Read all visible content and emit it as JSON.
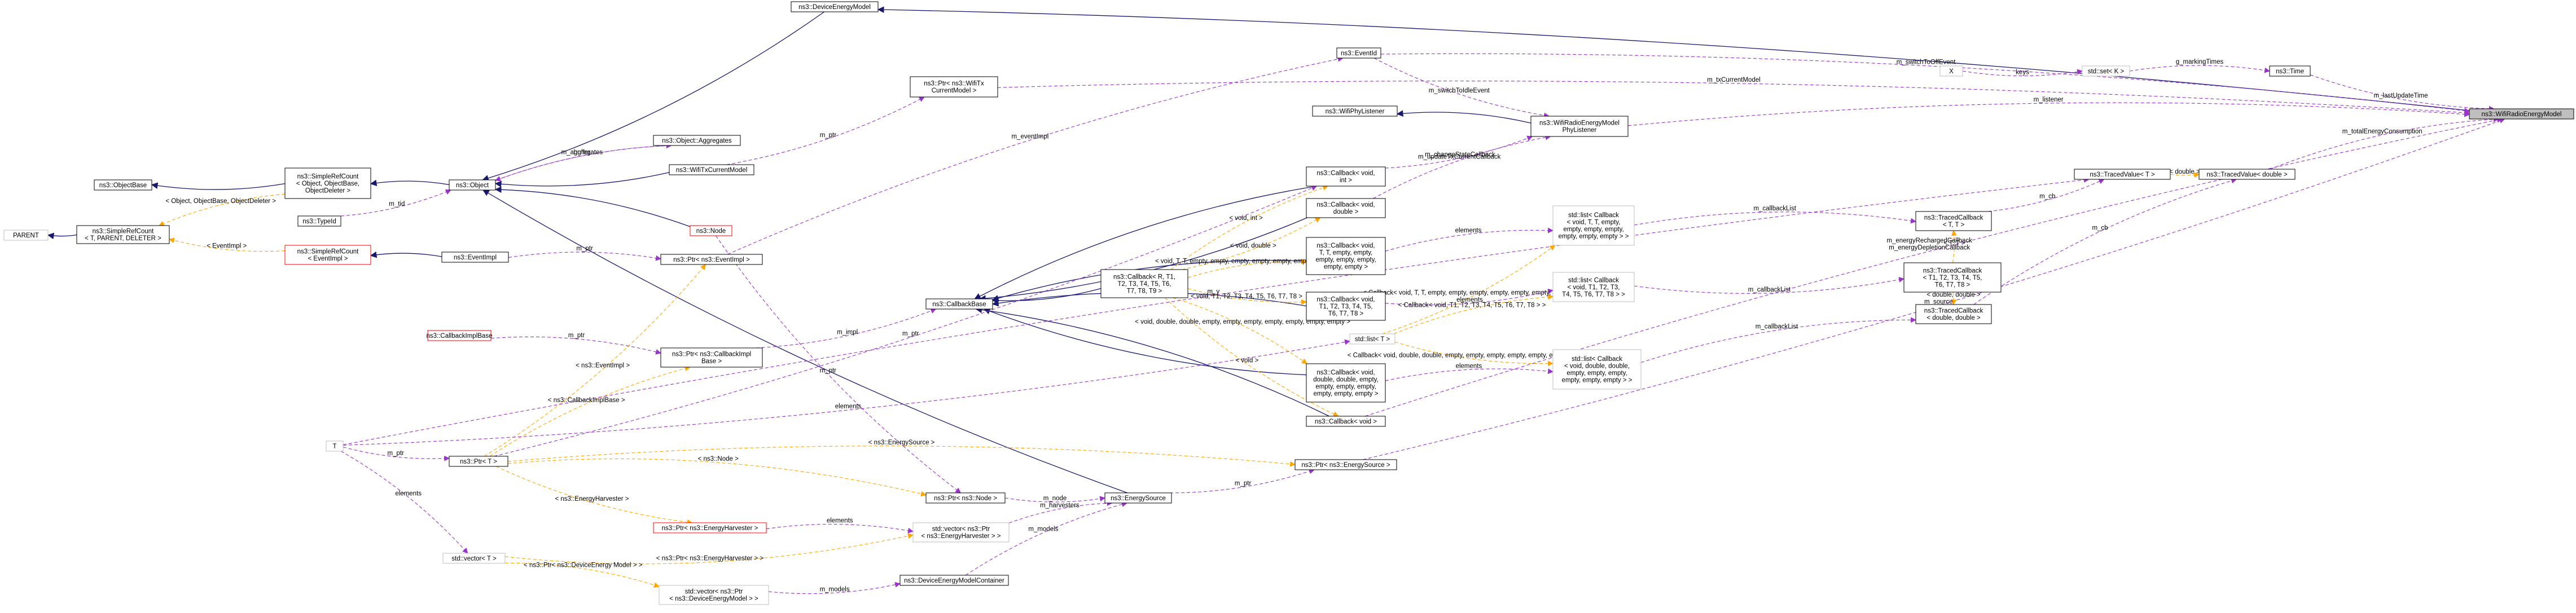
{
  "nodes": [
    {
      "id": "WifiRadioEnergyModel",
      "lines": [
        "ns3::WifiRadioEnergyModel"
      ],
      "style": "hl"
    },
    {
      "id": "DeviceEnergyModel",
      "lines": [
        "ns3::DeviceEnergyModel"
      ],
      "style": "normal"
    },
    {
      "id": "EventId",
      "lines": [
        "ns3::EventId"
      ],
      "style": "normal"
    },
    {
      "id": "X",
      "lines": [
        "X"
      ],
      "style": "grey"
    },
    {
      "id": "SetK",
      "lines": [
        "std::set< K >"
      ],
      "style": "grey"
    },
    {
      "id": "Time",
      "lines": [
        "ns3::Time"
      ],
      "style": "normal"
    },
    {
      "id": "PtrWifiTxCurrentModel",
      "lines": [
        "ns3::Ptr< ns3::WifiTx",
        "CurrentModel >"
      ],
      "style": "normal"
    },
    {
      "id": "WifiPhyListener",
      "lines": [
        "ns3::WifiPhyListener"
      ],
      "style": "normal"
    },
    {
      "id": "PhyListener",
      "lines": [
        "ns3::WifiRadioEnergyModel",
        "PhyListener"
      ],
      "style": "normal"
    },
    {
      "id": "ObjectAggregates",
      "lines": [
        "ns3::Object::Aggregates"
      ],
      "style": "normal"
    },
    {
      "id": "WifiTxCurrentModel",
      "lines": [
        "ns3::WifiTxCurrentModel"
      ],
      "style": "normal"
    },
    {
      "id": "ObjectBase",
      "lines": [
        "ns3::ObjectBase"
      ],
      "style": "normal"
    },
    {
      "id": "SimpleRefCountObject",
      "lines": [
        "ns3::SimpleRefCount",
        "< Object, ObjectBase,",
        "ObjectDeleter >"
      ],
      "style": "normal"
    },
    {
      "id": "Object",
      "lines": [
        "ns3::Object"
      ],
      "style": "normal"
    },
    {
      "id": "TypeId",
      "lines": [
        "ns3::TypeId"
      ],
      "style": "normal"
    },
    {
      "id": "PARENT",
      "lines": [
        "PARENT"
      ],
      "style": "grey"
    },
    {
      "id": "SimpleRefCountT",
      "lines": [
        "ns3::SimpleRefCount",
        "< T, PARENT, DELETER >"
      ],
      "style": "normal"
    },
    {
      "id": "SimpleRefCountEventImpl",
      "lines": [
        "ns3::SimpleRefCount",
        "< EventImpl >"
      ],
      "style": "red"
    },
    {
      "id": "EventImpl",
      "lines": [
        "ns3::EventImpl"
      ],
      "style": "normal"
    },
    {
      "id": "Node",
      "lines": [
        "ns3::Node"
      ],
      "style": "red"
    },
    {
      "id": "PtrEventImpl",
      "lines": [
        "ns3::Ptr< ns3::EventImpl >"
      ],
      "style": "normal"
    },
    {
      "id": "CallbackVoidInt",
      "lines": [
        "ns3::Callback< void,",
        "int >"
      ],
      "style": "normal"
    },
    {
      "id": "CallbackVoidDouble",
      "lines": [
        "ns3::Callback< void,",
        "double >"
      ],
      "style": "normal"
    },
    {
      "id": "CallbackVoidTT",
      "lines": [
        "ns3::Callback< void,",
        "T, T, empty, empty,",
        "empty, empty, empty,",
        "empty, empty >"
      ],
      "style": "normal"
    },
    {
      "id": "CallbackGeneric",
      "lines": [
        "ns3::Callback< R, T1,",
        "T2, T3, T4, T5, T6,",
        "T7, T8, T9 >"
      ],
      "style": "normal"
    },
    {
      "id": "CallbackVoidT1",
      "lines": [
        "ns3::Callback< void,",
        "T1, T2, T3, T4, T5,",
        "T6, T7, T8 >"
      ],
      "style": "normal"
    },
    {
      "id": "CallbackVoidDD",
      "lines": [
        "ns3::Callback< void,",
        "double, double, empty,",
        "empty, empty, empty,",
        "empty, empty, empty >"
      ],
      "style": "normal"
    },
    {
      "id": "CallbackVoid",
      "lines": [
        "ns3::Callback< void >"
      ],
      "style": "normal"
    },
    {
      "id": "CallbackBase",
      "lines": [
        "ns3::CallbackBase"
      ],
      "style": "normal"
    },
    {
      "id": "CallbackImplBase",
      "lines": [
        "ns3::CallbackImplBase"
      ],
      "style": "red"
    },
    {
      "id": "PtrCallbackImplBase",
      "lines": [
        "ns3::Ptr< ns3::CallbackImpl",
        "Base >"
      ],
      "style": "normal"
    },
    {
      "id": "T",
      "lines": [
        "T"
      ],
      "style": "grey"
    },
    {
      "id": "PtrT",
      "lines": [
        "ns3::Ptr< T >"
      ],
      "style": "normal"
    },
    {
      "id": "PtrNode",
      "lines": [
        "ns3::Ptr< ns3::Node >"
      ],
      "style": "normal"
    },
    {
      "id": "EnergySource",
      "lines": [
        "ns3::EnergySource"
      ],
      "style": "normal"
    },
    {
      "id": "PtrEnergyHarvester",
      "lines": [
        "ns3::Ptr< ns3::EnergyHarvester >"
      ],
      "style": "red"
    },
    {
      "id": "VectorPtrHarvester",
      "lines": [
        "std::vector< ns3::Ptr",
        "< ns3::EnergyHarvester > >"
      ],
      "style": "grey"
    },
    {
      "id": "VectorT",
      "lines": [
        "std::vector< T >"
      ],
      "style": "grey"
    },
    {
      "id": "VectorPtrDevModel",
      "lines": [
        "std::vector< ns3::Ptr",
        "< ns3::DeviceEnergyModel > >"
      ],
      "style": "grey"
    },
    {
      "id": "DeviceEnergyModelContainer",
      "lines": [
        "ns3::DeviceEnergyModelContainer"
      ],
      "style": "normal"
    },
    {
      "id": "PtrEnergySource",
      "lines": [
        "ns3::Ptr< ns3::EnergySource >"
      ],
      "style": "normal"
    },
    {
      "id": "ListT",
      "lines": [
        "std::list< T >"
      ],
      "style": "grey"
    },
    {
      "id": "ListCbTT",
      "lines": [
        "std::list< Callback",
        "< void, T, T, empty,",
        "empty, empty, empty,",
        "empty, empty, empty > >"
      ],
      "style": "grey"
    },
    {
      "id": "ListCbT1",
      "lines": [
        "std::list< Callback",
        "< void, T1, T2, T3,",
        "T4, T5, T6, T7, T8 > >"
      ],
      "style": "grey"
    },
    {
      "id": "ListCbDD",
      "lines": [
        "std::list< Callback",
        "< void, double, double,",
        "empty, empty, empty,",
        "empty, empty, empty > >"
      ],
      "style": "grey"
    },
    {
      "id": "TracedCallbackTT",
      "lines": [
        "ns3::TracedCallback",
        "< T, T >"
      ],
      "style": "normal"
    },
    {
      "id": "TracedCallbackT1",
      "lines": [
        "ns3::TracedCallback",
        "< T1, T2, T3, T4, T5,",
        "T6, T7, T8 >"
      ],
      "style": "normal"
    },
    {
      "id": "TracedCallbackDD",
      "lines": [
        "ns3::TracedCallback",
        "< double, double >"
      ],
      "style": "normal"
    },
    {
      "id": "TracedValueT",
      "lines": [
        "ns3::TracedValue< T >"
      ],
      "style": "normal"
    },
    {
      "id": "TracedValueDouble",
      "lines": [
        "ns3::TracedValue< double >"
      ],
      "style": "normal"
    }
  ],
  "edges": [
    {
      "from": "WifiRadioEnergyModel",
      "to": "DeviceEnergyModel",
      "kind": "inherit",
      "label": ""
    },
    {
      "from": "DeviceEnergyModel",
      "to": "Object",
      "kind": "inherit",
      "label": ""
    },
    {
      "from": "Object",
      "to": "SimpleRefCountObject",
      "kind": "inherit",
      "label": ""
    },
    {
      "from": "SimpleRefCountObject",
      "to": "ObjectBase",
      "kind": "inherit",
      "label": ""
    },
    {
      "from": "PhyListener",
      "to": "WifiPhyListener",
      "kind": "inherit",
      "label": ""
    },
    {
      "from": "WifiTxCurrentModel",
      "to": "Object",
      "kind": "inherit",
      "label": ""
    },
    {
      "from": "Node",
      "to": "Object",
      "kind": "inherit",
      "label": ""
    },
    {
      "from": "EnergySource",
      "to": "Object",
      "kind": "inherit",
      "label": ""
    },
    {
      "from": "EventImpl",
      "to": "SimpleRefCountEventImpl",
      "kind": "inherit",
      "label": ""
    },
    {
      "from": "SimpleRefCountEventImpl",
      "to": "SimpleRefCountT",
      "kind": "template",
      "label": "< EventImpl >"
    },
    {
      "from": "SimpleRefCountObject",
      "to": "SimpleRefCountT",
      "kind": "template",
      "label": "< Object, ObjectBase, ObjectDeleter >"
    },
    {
      "from": "SimpleRefCountT",
      "to": "PARENT",
      "kind": "inherit",
      "label": ""
    },
    {
      "from": "CallbackVoidInt",
      "to": "CallbackBase",
      "kind": "inherit",
      "label": ""
    },
    {
      "from": "CallbackVoidDouble",
      "to": "CallbackBase",
      "kind": "inherit",
      "label": ""
    },
    {
      "from": "CallbackVoidTT",
      "to": "CallbackBase",
      "kind": "inherit",
      "label": ""
    },
    {
      "from": "CallbackGeneric",
      "to": "CallbackBase",
      "kind": "inherit",
      "label": ""
    },
    {
      "from": "CallbackVoidT1",
      "to": "CallbackBase",
      "kind": "inherit",
      "label": ""
    },
    {
      "from": "CallbackVoidDD",
      "to": "CallbackBase",
      "kind": "inherit",
      "label": ""
    },
    {
      "from": "CallbackVoid",
      "to": "CallbackBase",
      "kind": "inherit",
      "label": ""
    },
    {
      "from": "EventId",
      "to": "WifiRadioEnergyModel",
      "kind": "use",
      "label": "m_switchToOffEvent"
    },
    {
      "from": "EventId",
      "to": "PhyListener",
      "kind": "use",
      "label": "m_switchToIdleEvent"
    },
    {
      "from": "PtrEventImpl",
      "to": "EventId",
      "kind": "use",
      "label": "m_eventImpl"
    },
    {
      "from": "Time",
      "to": "WifiRadioEnergyModel",
      "kind": "use",
      "label": "m_lastUpdateTime"
    },
    {
      "from": "SetK",
      "to": "Time",
      "kind": "use",
      "label": "g_markingTimes"
    },
    {
      "from": "X",
      "to": "SetK",
      "kind": "use",
      "label": "keys"
    },
    {
      "from": "PtrWifiTxCurrentModel",
      "to": "WifiRadioEnergyModel",
      "kind": "use",
      "label": "m_txCurrentModel"
    },
    {
      "from": "WifiTxCurrentModel",
      "to": "PtrWifiTxCurrentModel",
      "kind": "use",
      "label": "m_ptr"
    },
    {
      "from": "PhyListener",
      "to": "WifiRadioEnergyModel",
      "kind": "use",
      "label": "m_listener"
    },
    {
      "from": "CallbackVoidInt",
      "to": "PhyListener",
      "kind": "use",
      "label": "m_changeStateCallback"
    },
    {
      "from": "CallbackVoidDouble",
      "to": "PhyListener",
      "kind": "use",
      "label": "m_updateTxCurrentCallback"
    },
    {
      "from": "ObjectAggregates",
      "to": "Object",
      "kind": "use",
      "label": "m_aggregates"
    },
    {
      "from": "Object",
      "to": "ObjectAggregates",
      "kind": "use",
      "label": "buffer"
    },
    {
      "from": "TypeId",
      "to": "Object",
      "kind": "use",
      "label": "m_tid"
    },
    {
      "from": "EventImpl",
      "to": "PtrEventImpl",
      "kind": "use",
      "label": "m_ptr"
    },
    {
      "from": "PtrT",
      "to": "PtrEventImpl",
      "kind": "template",
      "label": "< ns3::EventImpl >"
    },
    {
      "from": "CallbackImplBase",
      "to": "PtrCallbackImplBase",
      "kind": "use",
      "label": "m_ptr"
    },
    {
      "from": "PtrCallbackImplBase",
      "to": "CallbackBase",
      "kind": "use",
      "label": "m_impl"
    },
    {
      "from": "PtrT",
      "to": "PtrCallbackImplBase",
      "kind": "template",
      "label": "< ns3::CallbackImplBase >"
    },
    {
      "from": "T",
      "to": "PtrT",
      "kind": "use",
      "label": "m_ptr"
    },
    {
      "from": "T",
      "to": "VectorT",
      "kind": "use",
      "label": "elements"
    },
    {
      "from": "T",
      "to": "ListT",
      "kind": "use",
      "label": "elements"
    },
    {
      "from": "T",
      "to": "TracedValueT",
      "kind": "use",
      "label": "m_v"
    },
    {
      "from": "Node",
      "to": "PtrNode",
      "kind": "use",
      "label": "m_ptr"
    },
    {
      "from": "PtrT",
      "to": "PtrNode",
      "kind": "template",
      "label": "< ns3::Node >"
    },
    {
      "from": "PtrNode",
      "to": "EnergySource",
      "kind": "use",
      "label": "m_node"
    },
    {
      "from": "PtrEnergyHarvester",
      "to": "VectorPtrHarvester",
      "kind": "use",
      "label": "elements"
    },
    {
      "from": "PtrT",
      "to": "PtrEnergyHarvester",
      "kind": "template",
      "label": "< ns3::EnergyHarvester >"
    },
    {
      "from": "VectorPtrHarvester",
      "to": "EnergySource",
      "kind": "use",
      "label": "m_harvesters"
    },
    {
      "from": "VectorT",
      "to": "VectorPtrHarvester",
      "kind": "template",
      "label": "< ns3::Ptr< ns3::EnergyHarvester > >"
    },
    {
      "from": "VectorT",
      "to": "VectorPtrDevModel",
      "kind": "template",
      "label": "< ns3::Ptr< ns3::DeviceEnergy Model > >"
    },
    {
      "from": "VectorPtrDevModel",
      "to": "DeviceEnergyModelContainer",
      "kind": "use",
      "label": "m_models"
    },
    {
      "from": "DeviceEnergyModelContainer",
      "to": "EnergySource",
      "kind": "use",
      "label": "m_models"
    },
    {
      "from": "EnergySource",
      "to": "PtrEnergySource",
      "kind": "use",
      "label": "m_ptr"
    },
    {
      "from": "PtrT",
      "to": "PtrEnergySource",
      "kind": "template",
      "label": "< ns3::EnergySource >"
    },
    {
      "from": "PtrEnergySource",
      "to": "WifiRadioEnergyModel",
      "kind": "use",
      "label": "m_source"
    },
    {
      "from": "CallbackVoid",
      "to": "WifiRadioEnergyModel",
      "kind": "use",
      "label": "m_energyRechargedCallback\nm_energyDepletionCallback"
    },
    {
      "from": "PtrT",
      "to": "CallbackVoidInt",
      "kind": "use",
      "label": "m_ptr"
    },
    {
      "from": "CallbackGeneric",
      "to": "CallbackVoidInt",
      "kind": "template",
      "label": "< void, int >"
    },
    {
      "from": "CallbackGeneric",
      "to": "CallbackVoidDouble",
      "kind": "template",
      "label": "< void, double >"
    },
    {
      "from": "CallbackGeneric",
      "to": "CallbackVoidTT",
      "kind": "template",
      "label": "< void, T, T, empty, empty, empty, empty, empty, empty, empty >"
    },
    {
      "from": "CallbackGeneric",
      "to": "CallbackVoidT1",
      "kind": "template",
      "label": "< void, T1, T2, T3, T4, T5, T6, T7, T8 >"
    },
    {
      "from": "CallbackGeneric",
      "to": "CallbackVoidDD",
      "kind": "template",
      "label": "< void, double, double, empty, empty, empty, empty, empty, empty, empty >"
    },
    {
      "from": "CallbackGeneric",
      "to": "CallbackVoid",
      "kind": "template",
      "label": "< void >"
    },
    {
      "from": "CallbackVoidTT",
      "to": "ListCbTT",
      "kind": "use",
      "label": "elements"
    },
    {
      "from": "CallbackVoidT1",
      "to": "ListCbT1",
      "kind": "use",
      "label": "elements"
    },
    {
      "from": "CallbackVoidDD",
      "to": "ListCbDD",
      "kind": "use",
      "label": "elements"
    },
    {
      "from": "ListT",
      "to": "ListCbTT",
      "kind": "template",
      "label": "< Callback< void, T, T, empty, empty, empty, empty, empty, empty, empty > >"
    },
    {
      "from": "ListT",
      "to": "ListCbT1",
      "kind": "template",
      "label": "< Callback< void, T1, T2, T3, T4, T5, T6, T7, T8 > >"
    },
    {
      "from": "ListT",
      "to": "ListCbDD",
      "kind": "template",
      "label": "< Callback< void, double, double, empty, empty, empty, empty, empty, empty, empty > >"
    },
    {
      "from": "ListCbTT",
      "to": "TracedCallbackTT",
      "kind": "use",
      "label": "m_callbackList"
    },
    {
      "from": "ListCbT1",
      "to": "TracedCallbackT1",
      "kind": "use",
      "label": "m_callbackList"
    },
    {
      "from": "ListCbDD",
      "to": "TracedCallbackDD",
      "kind": "use",
      "label": "m_callbackList"
    },
    {
      "from": "TracedCallbackT1",
      "to": "TracedCallbackTT",
      "kind": "template",
      "label": "< T, T >"
    },
    {
      "from": "TracedCallbackT1",
      "to": "TracedCallbackDD",
      "kind": "template",
      "label": "< double, double >"
    },
    {
      "from": "TracedCallbackTT",
      "to": "TracedValueT",
      "kind": "use",
      "label": "m_cb"
    },
    {
      "from": "TracedCallbackDD",
      "to": "TracedValueDouble",
      "kind": "use",
      "label": "m_cb"
    },
    {
      "from": "TracedValueT",
      "to": "TracedValueDouble",
      "kind": "template",
      "label": "< double >"
    },
    {
      "from": "TracedValueDouble",
      "to": "WifiRadioEnergyModel",
      "kind": "use",
      "label": "m_totalEnergyConsumption"
    }
  ],
  "colors": {
    "inherit": "#191970",
    "use": "#9a32cd",
    "template": "#ffa500",
    "highlight_fill": "#bfbfbf",
    "red_border": "#ff0000",
    "grey_border": "#bfbfbf"
  }
}
